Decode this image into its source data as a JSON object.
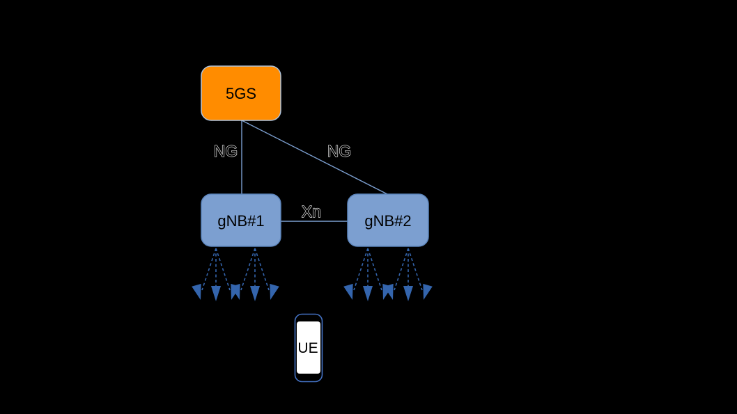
{
  "diagram": {
    "colors": {
      "background": "#000000",
      "core_fill": "#FF8C00",
      "core_stroke": "#AFC3DC",
      "gnb_fill": "#7C9FD0",
      "gnb_stroke": "#5C85BC",
      "connector": "#7C9FD0",
      "beam": "#3465AD",
      "ue_stroke": "#4472C4",
      "ue_body": "#000000",
      "ue_screen": "#FFFFFF",
      "label_text": "#000000",
      "edge_label_outline": "#FFFFFF"
    },
    "nodes": {
      "core": {
        "label": "5GS"
      },
      "gnb1": {
        "label": "gNB#1"
      },
      "gnb2": {
        "label": "gNB#2"
      },
      "ue": {
        "label": "UE"
      }
    },
    "edges": {
      "ng1": {
        "label": "NG",
        "from": "5GS",
        "to": "gNB#1"
      },
      "ng2": {
        "label": "NG",
        "from": "5GS",
        "to": "gNB#2"
      },
      "xn": {
        "label": "Xn",
        "from": "gNB#1",
        "to": "gNB#2"
      }
    },
    "beams": {
      "fans_per_gnb": 2,
      "beams_per_fan": 3
    }
  }
}
